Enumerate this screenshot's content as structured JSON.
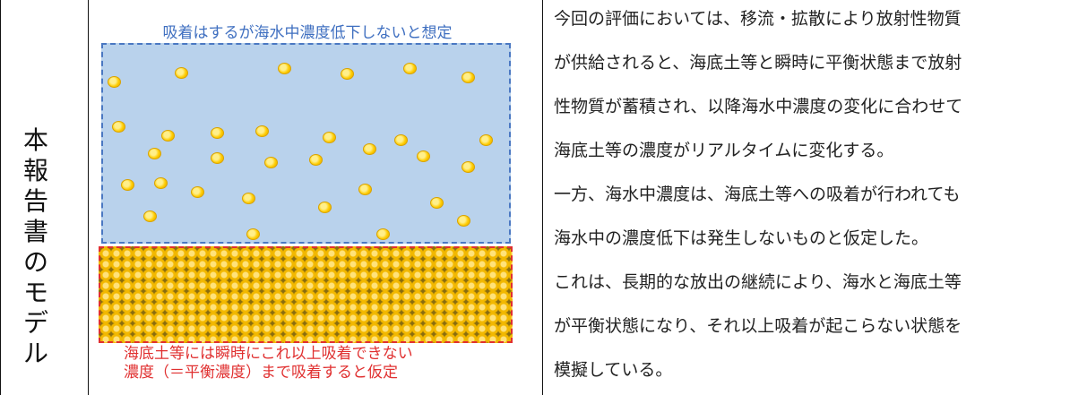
{
  "side_label": [
    "本",
    "報",
    "告",
    "書",
    "の",
    "モ",
    "デ",
    "ル"
  ],
  "water": {
    "caption": "吸着はするが海水中濃度低下しないと想定"
  },
  "sediment": {
    "caption_lines": [
      "海底土等には瞬時にこれ以上吸着できない",
      "濃度（＝平衡濃度）まで吸着すると仮定"
    ]
  },
  "description_lines": [
    "今回の評価においては、移流・拡散により放射性物質",
    "が供給されると、海底土等と瞬時に平衡状態まで放射",
    "性物質が蓄積され、以降海水中濃度の変化に合わせて",
    "海底土等の濃度がリアルタイムに変化する。",
    "一方、海水中濃度は、海底土等への吸着が行われても",
    "海水中の濃度低下は発生しないものと仮定した。",
    "これは、長期的な放出の継続により、海水と海底土等",
    "が平衡状態になり、それ以上吸着が起こらない状態を",
    "模擬している。"
  ],
  "colors": {
    "water_fill": "#b9d2ec",
    "water_border": "#4a78c2",
    "sediment_border": "#e03030",
    "particle": "#ffcc00"
  }
}
